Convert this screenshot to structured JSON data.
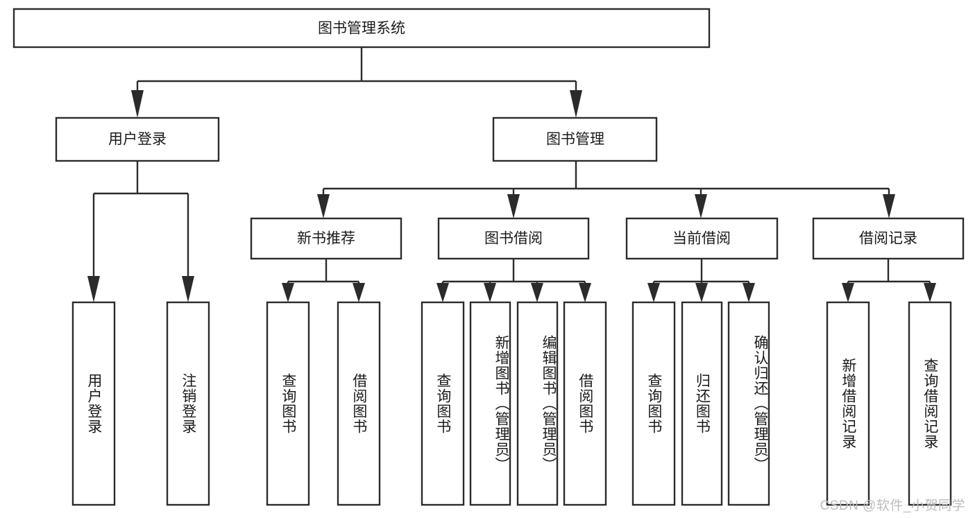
{
  "diagram": {
    "title": "图书管理系统",
    "type": "tree",
    "orientation": "top-down",
    "colors": {
      "box_stroke": "#2b2b2b",
      "box_fill": "#ffffff",
      "text": "#1a1a1a",
      "background": "#ffffff",
      "watermark": "#bcbcbc"
    },
    "root": {
      "id": "root",
      "label": "图书管理系统",
      "orientation": "horizontal"
    },
    "level2": [
      {
        "id": "user-login",
        "label": "用户登录",
        "orientation": "horizontal"
      },
      {
        "id": "book-management",
        "label": "图书管理",
        "orientation": "horizontal"
      }
    ],
    "level3": [
      {
        "id": "new-book-recommend",
        "label": "新书推荐",
        "orientation": "horizontal",
        "parent": "book-management"
      },
      {
        "id": "book-borrow",
        "label": "图书借阅",
        "orientation": "horizontal",
        "parent": "book-management"
      },
      {
        "id": "current-borrow",
        "label": "当前借阅",
        "orientation": "horizontal",
        "parent": "book-management"
      },
      {
        "id": "borrow-record",
        "label": "借阅记录",
        "orientation": "horizontal",
        "parent": "book-management"
      }
    ],
    "leaves": [
      {
        "id": "leaf-user-login",
        "label": "用户登录",
        "parent": "user-login",
        "orientation": "vertical"
      },
      {
        "id": "leaf-user-logout",
        "label": "注销登录",
        "parent": "user-login",
        "orientation": "vertical"
      },
      {
        "id": "leaf-query-book-1",
        "label": "查询图书",
        "parent": "new-book-recommend",
        "orientation": "vertical"
      },
      {
        "id": "leaf-borrow-book-1",
        "label": "借阅图书",
        "parent": "new-book-recommend",
        "orientation": "vertical"
      },
      {
        "id": "leaf-query-book-2",
        "label": "查询图书",
        "parent": "book-borrow",
        "orientation": "vertical"
      },
      {
        "id": "leaf-add-book",
        "label": "新增图书（管理员）",
        "parent": "book-borrow",
        "orientation": "vertical"
      },
      {
        "id": "leaf-edit-book",
        "label": "编辑图书（管理员）",
        "parent": "book-borrow",
        "orientation": "vertical"
      },
      {
        "id": "leaf-borrow-book-2",
        "label": "借阅图书",
        "parent": "book-borrow",
        "orientation": "vertical"
      },
      {
        "id": "leaf-query-book-3",
        "label": "查询图书",
        "parent": "current-borrow",
        "orientation": "vertical"
      },
      {
        "id": "leaf-return-book",
        "label": "归还图书",
        "parent": "current-borrow",
        "orientation": "vertical"
      },
      {
        "id": "leaf-confirm-return",
        "label": "确认归还（管理员）",
        "parent": "current-borrow",
        "orientation": "vertical"
      },
      {
        "id": "leaf-add-record",
        "label": "新增借阅记录",
        "parent": "borrow-record",
        "orientation": "vertical"
      },
      {
        "id": "leaf-query-record",
        "label": "查询借阅记录",
        "parent": "borrow-record",
        "orientation": "vertical"
      }
    ]
  },
  "watermark": {
    "text": "CSDN @软件_小贺同学"
  }
}
